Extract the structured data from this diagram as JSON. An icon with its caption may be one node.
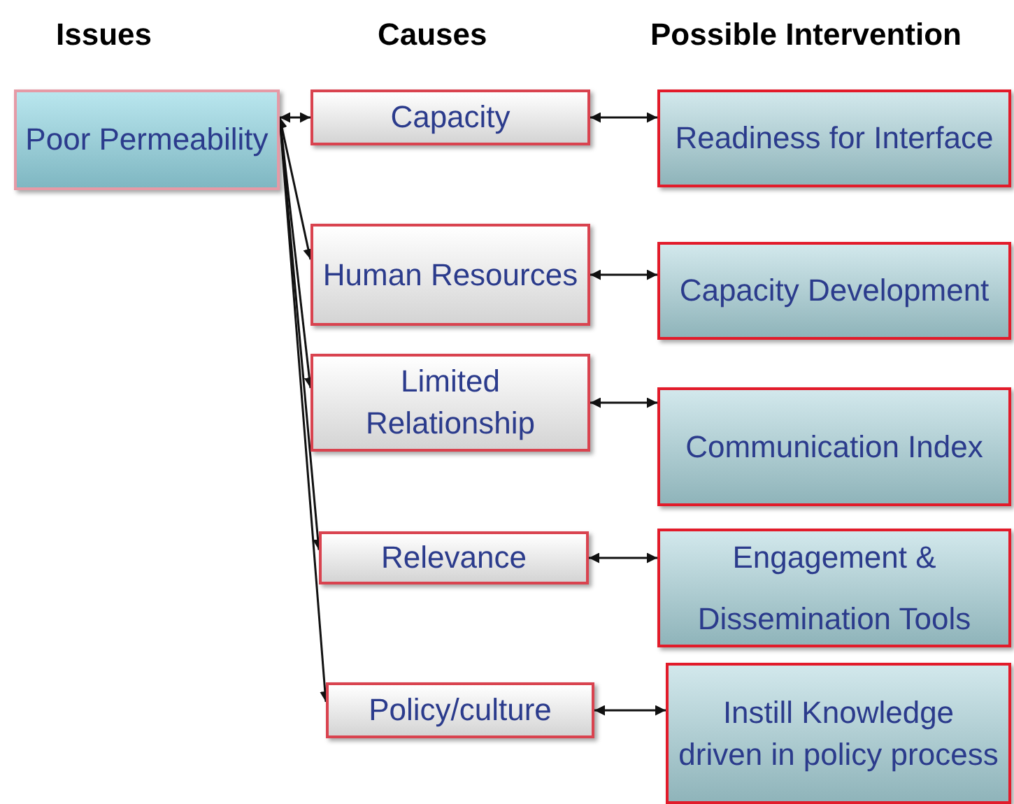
{
  "diagram": {
    "nodes": [
      {
        "text": [
          "Poor Permeability"
        ]
      },
      {
        "text": [
          "Capacity"
        ]
      },
      {
        "text": [
          "Human Resources"
        ]
      },
      {
        "text": [
          "Limited Relationship"
        ]
      },
      {
        "text": [
          "Relevance"
        ]
      },
      {
        "text": [
          "Policy/culture"
        ]
      },
      {
        "text": [
          "Readiness for Interface"
        ]
      },
      {
        "text": [
          "Capacity Development"
        ]
      },
      {
        "text": [
          "Communication Index"
        ]
      },
      {
        "text": [
          "Engagement & Dissemination Tools"
        ]
      },
      {
        "text": [
          "Instill Knowledge driven in policy process"
        ]
      }
    ],
    "edges": [
      {
        "from": 0,
        "to": 1,
        "arrow": "both"
      },
      {
        "from": 0,
        "to": 2,
        "arrow": "both"
      },
      {
        "from": 0,
        "to": 3,
        "arrow": "both"
      },
      {
        "from": 0,
        "to": 4,
        "arrow": "both"
      },
      {
        "from": 0,
        "to": 5,
        "arrow": "both"
      },
      {
        "from": 1,
        "to": 6,
        "arrow": "both"
      },
      {
        "from": 2,
        "to": 7,
        "arrow": "both"
      },
      {
        "from": 3,
        "to": 8,
        "arrow": "both"
      },
      {
        "from": 4,
        "to": 9,
        "arrow": "both"
      },
      {
        "from": 5,
        "to": 10,
        "arrow": "both"
      }
    ],
    "labels": [
      "Issues",
      "Causes",
      "Possible Intervention"
    ]
  }
}
